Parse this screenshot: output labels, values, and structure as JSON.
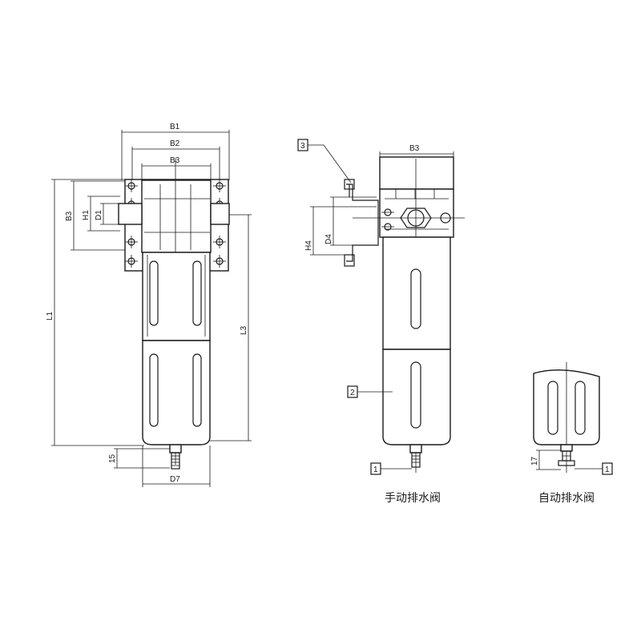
{
  "dimensions": {
    "b1": "B1",
    "b2": "B2",
    "b3": "B3",
    "b3_side": "B3",
    "b3_right": "B3",
    "h1": "H1",
    "d1": "D1",
    "l1": "L1",
    "l3": "L3",
    "h4": "H4",
    "d4": "D4",
    "d7": "D7",
    "d15": "15",
    "d17": "17"
  },
  "callouts": {
    "bracket": "3",
    "bowl": "2",
    "drain_manual": "1",
    "drain_auto": "1"
  },
  "captions": {
    "manual_drain": "手动排水阀",
    "auto_drain": "自动排水阀"
  }
}
